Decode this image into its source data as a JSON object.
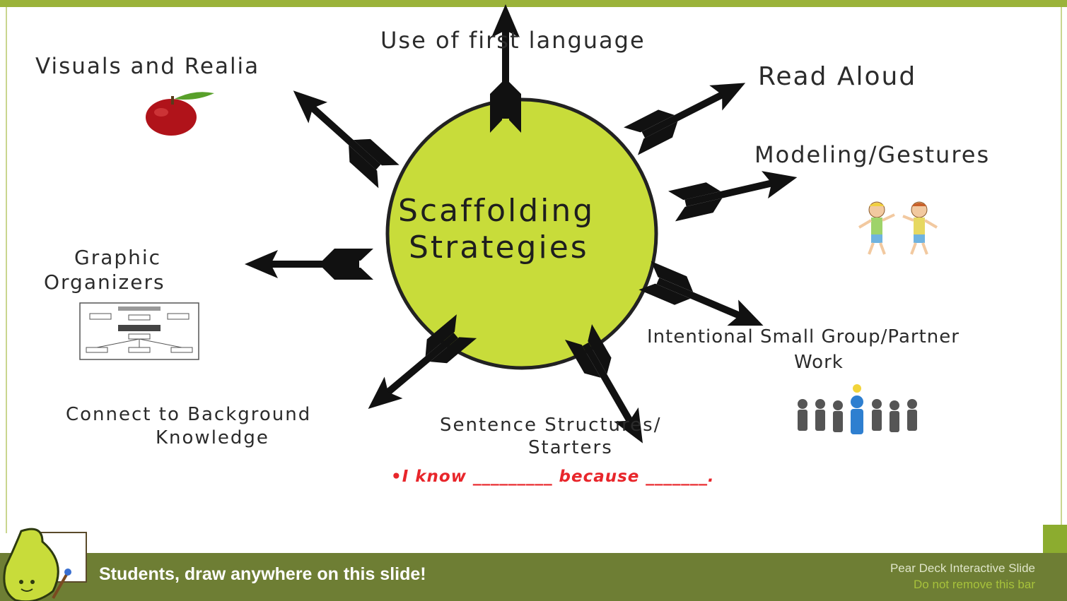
{
  "diagram": {
    "center": {
      "line1": "Scaffolding",
      "line2": "Strategies",
      "color": "#c8dc3a"
    },
    "strategies": {
      "visuals": "Visuals and Realia",
      "first_language": "Use of first language",
      "read_aloud": "Read Aloud",
      "modeling": "Modeling/Gestures",
      "graphic_line1": "Graphic",
      "graphic_line2": "Organizers",
      "small_group_line1": "Intentional Small Group/Partner",
      "small_group_line2": "Work",
      "background_line1": "Connect to Background",
      "background_line2": "Knowledge",
      "sentence_line1": "Sentence Structures/",
      "sentence_line2": "Starters"
    },
    "sentence_starter": "•I know _________ because _______."
  },
  "footer": {
    "message": "Students, draw anywhere on this slide!",
    "brand_line1": "Pear Deck Interactive Slide",
    "brand_line2": "Do not remove this bar"
  },
  "colors": {
    "accent_green": "#9bb33a",
    "footer_bg": "#6e7e34",
    "starter_red": "#e8262b"
  },
  "icons": [
    "apple-icon",
    "kids-icon",
    "graphic-organizer-icon",
    "people-group-icon",
    "pear-deck-logo-icon"
  ]
}
